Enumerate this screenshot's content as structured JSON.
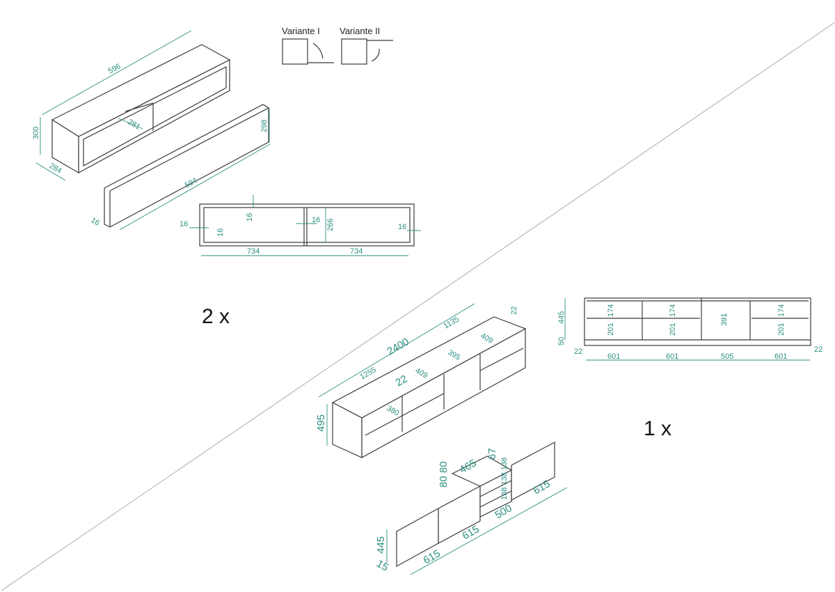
{
  "variants": {
    "v1": "Variante I",
    "v2": "Variante II"
  },
  "quantities": {
    "wall_unit": "2 x",
    "tv_unit": "1 x"
  },
  "wall_unit": {
    "width": "596",
    "inner_depth": "281",
    "height": "300",
    "depth": "284",
    "front_width": "594",
    "front_height": "298",
    "front_thickness": "16"
  },
  "wall_elevation": {
    "top": "16",
    "side_left": "16",
    "bottom": "16",
    "middle": "16",
    "inner_height": "266",
    "side_right": "16",
    "left_width": "734",
    "right_width": "734"
  },
  "tv_unit": {
    "total_width": "2400",
    "left_width": "1255",
    "right_width": "1135",
    "top_thickness": "22",
    "panel_thickness": "22",
    "depth_left": "409",
    "depth_mid": "395",
    "depth_right": "409",
    "shelf_depth": "380",
    "height": "495"
  },
  "tv_elevation": {
    "height": "445",
    "plinth": "50",
    "inset_left": "22",
    "inset_right": "22",
    "upper": [
      "174",
      "174",
      "174"
    ],
    "lower": [
      "201",
      "201",
      "201"
    ],
    "open": "391",
    "widths": [
      "601",
      "601",
      "505",
      "601"
    ]
  },
  "tv_fronts": {
    "drawer_depth": "465",
    "drawer_gap": "67",
    "drawer_heights": "80 80",
    "drawer_fronts": "138 138 138",
    "drawer_width": "500",
    "door_width_1": "615",
    "door_width_2": "615",
    "door_width_3": "615",
    "door_height": "445",
    "thickness": "15"
  }
}
